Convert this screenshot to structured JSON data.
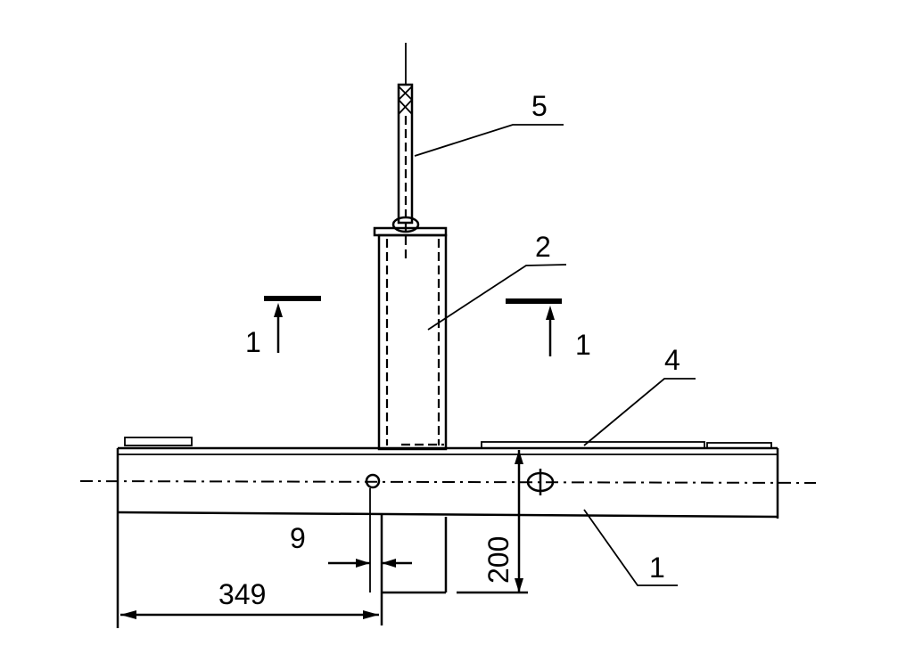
{
  "labels": {
    "rod": "5",
    "column": "2",
    "plate": "4",
    "beam": "1",
    "section_left": "1",
    "section_right": "1"
  },
  "dimensions": {
    "offset": "349",
    "hole_width": "9",
    "height": "200"
  }
}
